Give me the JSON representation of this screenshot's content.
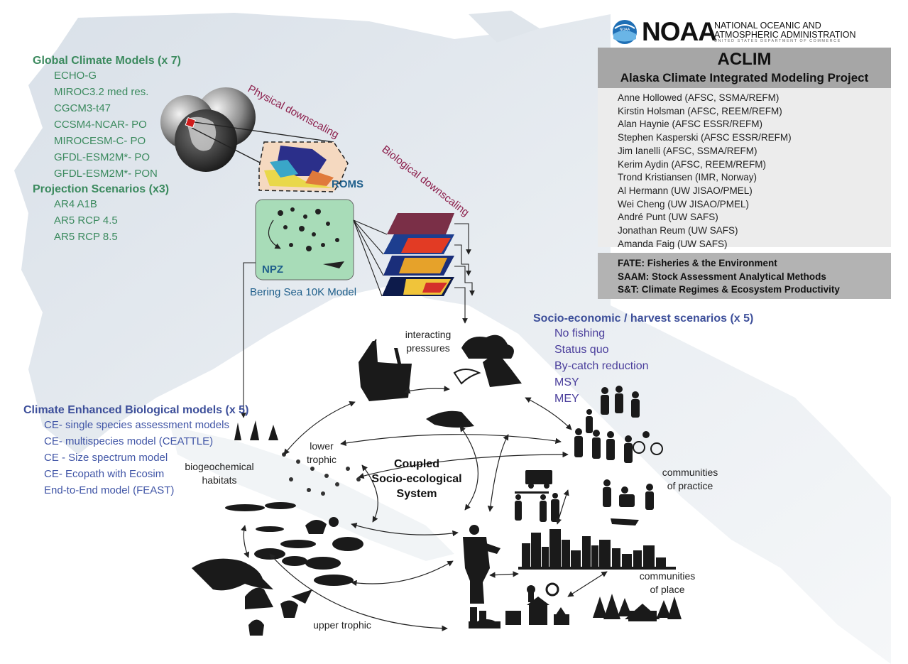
{
  "global_models": {
    "heading": "Global Climate Models (x 7)",
    "items": [
      "ECHO-G",
      "MIROC3.2 med res.",
      "CGCM3-t47",
      "CCSM4-NCAR- PO",
      "MIROCESM-C- PO",
      "GFDL-ESM2M*- PO",
      "GFDL-ESM2M*- PON"
    ]
  },
  "projection": {
    "heading": "Projection Scenarios (x3)",
    "items": [
      "AR4 A1B",
      "AR5 RCP 4.5",
      "AR5 RCP 8.5"
    ]
  },
  "downscaling": {
    "physical": "Physical downscaling",
    "biological": "Biological downscaling",
    "roms": "ROMS",
    "npz": "NPZ",
    "model_name": "Bering Sea 10K Model"
  },
  "noaa": {
    "word": "NOAA",
    "name_line1": "NATIONAL OCEANIC AND",
    "name_line2": "ATMOSPHERIC ADMINISTRATION",
    "dept": "UNITED STATES DEPARTMENT OF COMMERCE",
    "badge": "NOAA"
  },
  "aclim": {
    "title": "ACLIM",
    "subtitle": "Alaska Climate Integrated Modeling Project",
    "people": [
      "Anne Hollowed (AFSC, SSMA/REFM)",
      "Kirstin Holsman (AFSC, REEM/REFM)",
      "Alan Haynie (AFSC ESSR/REFM)",
      "Stephen Kasperski (AFSC ESSR/REFM)",
      "Jim Ianelli (AFSC, SSMA/REFM)",
      "Kerim Aydin (AFSC, REEM/REFM)",
      "Trond Kristiansen (IMR, Norway)",
      "Al Hermann (UW JISAO/PMEL)",
      "Wei Cheng (UW JISAO/PMEL)",
      "André Punt (UW SAFS)",
      "Jonathan Reum (UW SAFS)",
      "Amanda Faig (UW SAFS)"
    ],
    "programs": [
      "FATE: Fisheries & the Environment",
      "SAAM: Stock Assessment Analytical Methods",
      "S&T: Climate Regimes & Ecosystem Productivity"
    ]
  },
  "socio": {
    "heading": "Socio-economic / harvest scenarios (x 5)",
    "items": [
      "No fishing",
      "Status quo",
      "By-catch reduction",
      "MSY",
      "MEY"
    ]
  },
  "bio_models": {
    "heading": "Climate Enhanced Biological models (x 5)",
    "items": [
      "CE- single species assessment models",
      "CE- multispecies model (CEATTLE)",
      "CE - Size spectrum model",
      "CE- Ecopath with Ecosim",
      "End-to-End model (FEAST)"
    ]
  },
  "diagram": {
    "interacting_1": "interacting",
    "interacting_2": "pressures",
    "lower_1": "lower",
    "lower_2": "trophic",
    "biogeo_1": "biogeochemical",
    "biogeo_2": "habitats",
    "center_1": "Coupled",
    "center_2": "Socio-ecological",
    "center_3": "System",
    "practice_1": "communities",
    "practice_2": "of practice",
    "place_1": "communities",
    "place_2": "of place",
    "upper": "upper trophic"
  },
  "colors": {
    "green": "#3b8a5e",
    "blue": "#3d4f9a",
    "maroon": "#8b1d4a",
    "roms_blue": "#1f5f8b",
    "npz_box": "#a8dcb8"
  }
}
